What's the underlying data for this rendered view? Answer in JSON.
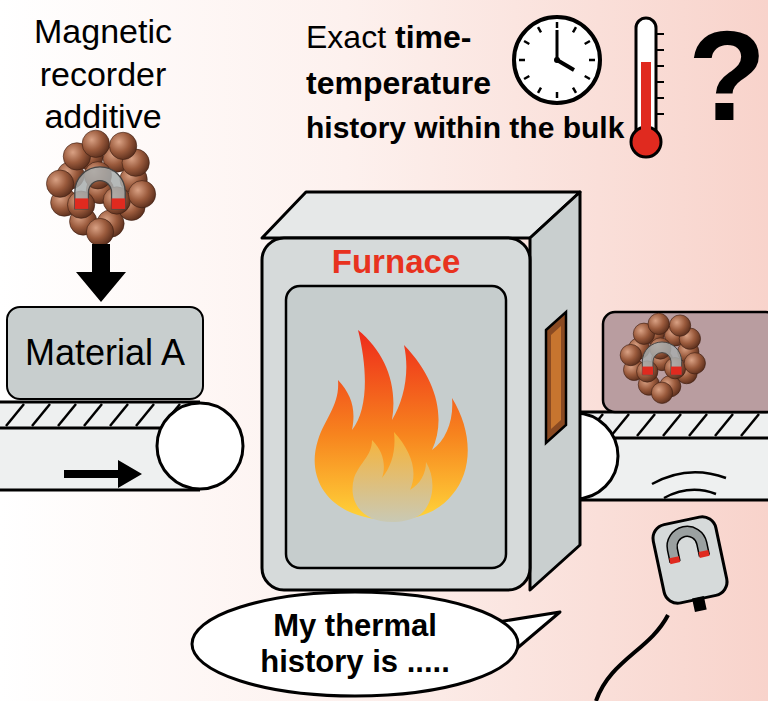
{
  "diagram": {
    "nodes": [
      {
        "text": [
          "Material A"
        ]
      },
      {
        "text": [
          "Furnace"
        ]
      },
      {
        "text": [
          "My thermal history is ....."
        ]
      }
    ],
    "labels": [
      "Magnetic recorder additive",
      "Exact",
      "time-",
      "temperature",
      "history within the bulk",
      "?"
    ]
  }
}
